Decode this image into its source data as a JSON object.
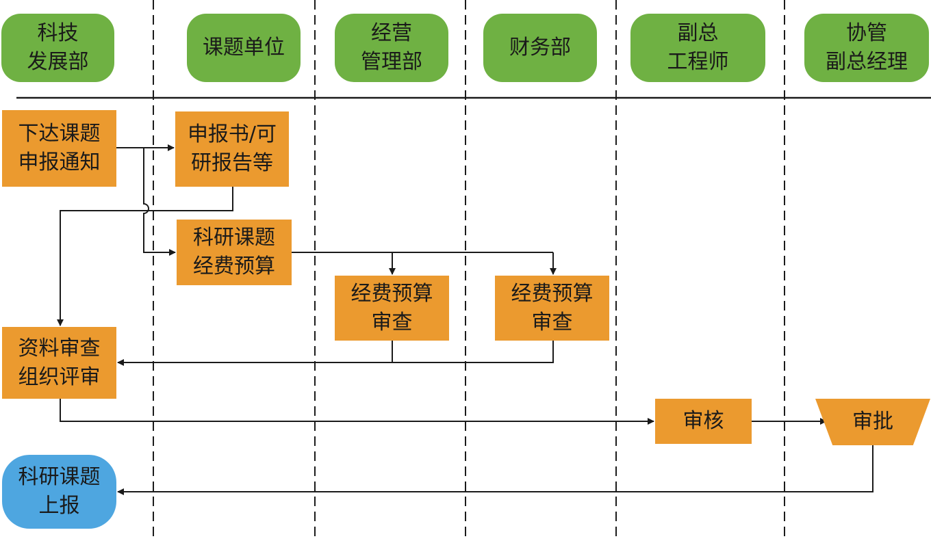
{
  "lanes": [
    {
      "id": "keji",
      "label": "科技\n发展部"
    },
    {
      "id": "danwei",
      "label": "课题单位"
    },
    {
      "id": "jingying",
      "label": "经营\n管理部"
    },
    {
      "id": "caiwu",
      "label": "财务部"
    },
    {
      "id": "fuzong",
      "label": "副总\n工程师"
    },
    {
      "id": "xieguan",
      "label": "协管\n副总经理"
    }
  ],
  "steps": {
    "notice": "下达课题\n申报通知",
    "report": "申报书/可\n研报告等",
    "budget": "科研课题\n经费预算",
    "review_jy": "经费预算\n审查",
    "review_cw": "经费预算\n审查",
    "org_review": "资料审查\n组织评审",
    "audit": "审核",
    "approve": "审批",
    "submit": "科研课题\n上报"
  },
  "colors": {
    "lane": "#6fb143",
    "process": "#eb9a2f",
    "terminal": "#4ea6e0",
    "line": "#1a1a1a"
  }
}
